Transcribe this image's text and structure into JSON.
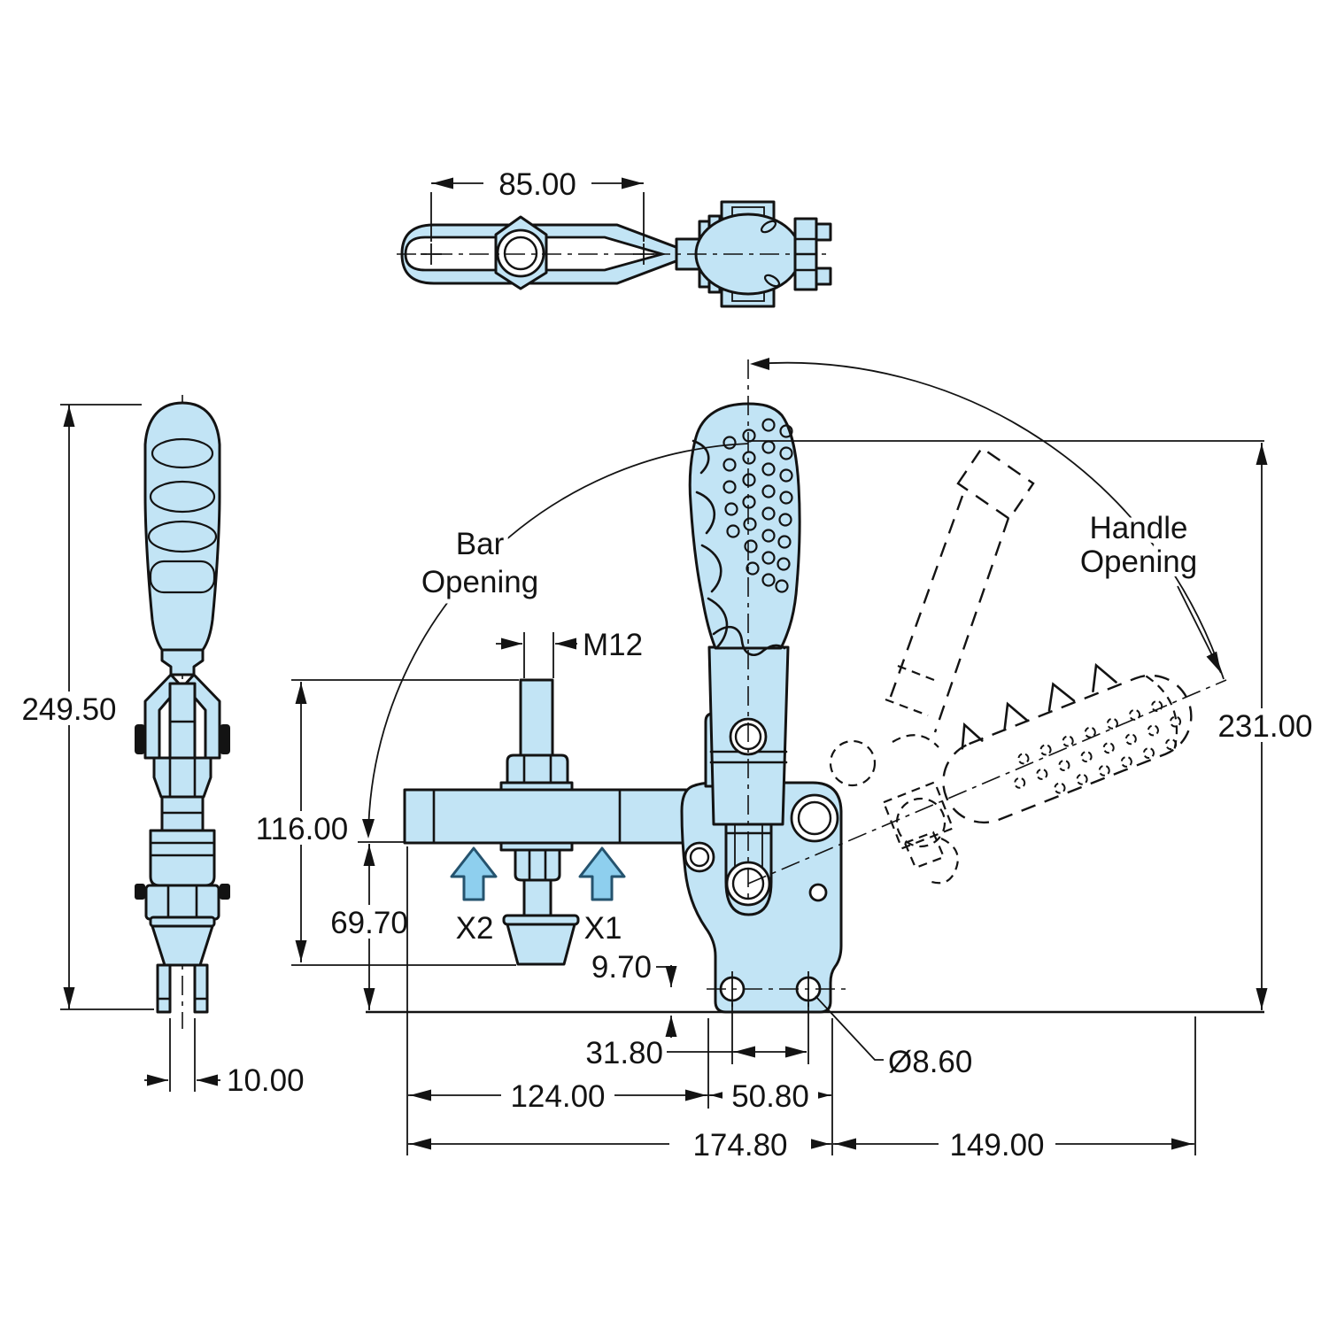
{
  "drawing": {
    "type": "engineering dimension drawing",
    "subject": "vertical-handle toggle clamp, three views with open-position phantom lines",
    "colors": {
      "part_fill": "#c2e4f5",
      "line": "#131313",
      "force_arrow_fill": "#8ecfee",
      "force_arrow_stroke": "#25536e",
      "background": "#ffffff"
    },
    "labels": {
      "bar_opening_line1": "Bar",
      "bar_opening_line2": "Opening",
      "handle_opening_line1": "Handle",
      "handle_opening_line2": "Opening",
      "force_point_1": "X1",
      "force_point_2": "X2"
    },
    "dimensions": {
      "top_slot_span": "85.00",
      "side_overall_height": "249.50",
      "prong_slot_width": "10.00",
      "spindle_thread": "M12",
      "spindle_top_height": "116.00",
      "bar_underside_height": "69.70",
      "hole_edge_offset": "9.70",
      "mount_hole_spacing": "31.80",
      "bar_reach": "124.00",
      "base_width": "50.80",
      "overall_reach": "174.80",
      "handle_swing_reach": "149.00",
      "open_handle_height": "231.00",
      "mount_hole_diameter": "Ø8.60"
    }
  }
}
